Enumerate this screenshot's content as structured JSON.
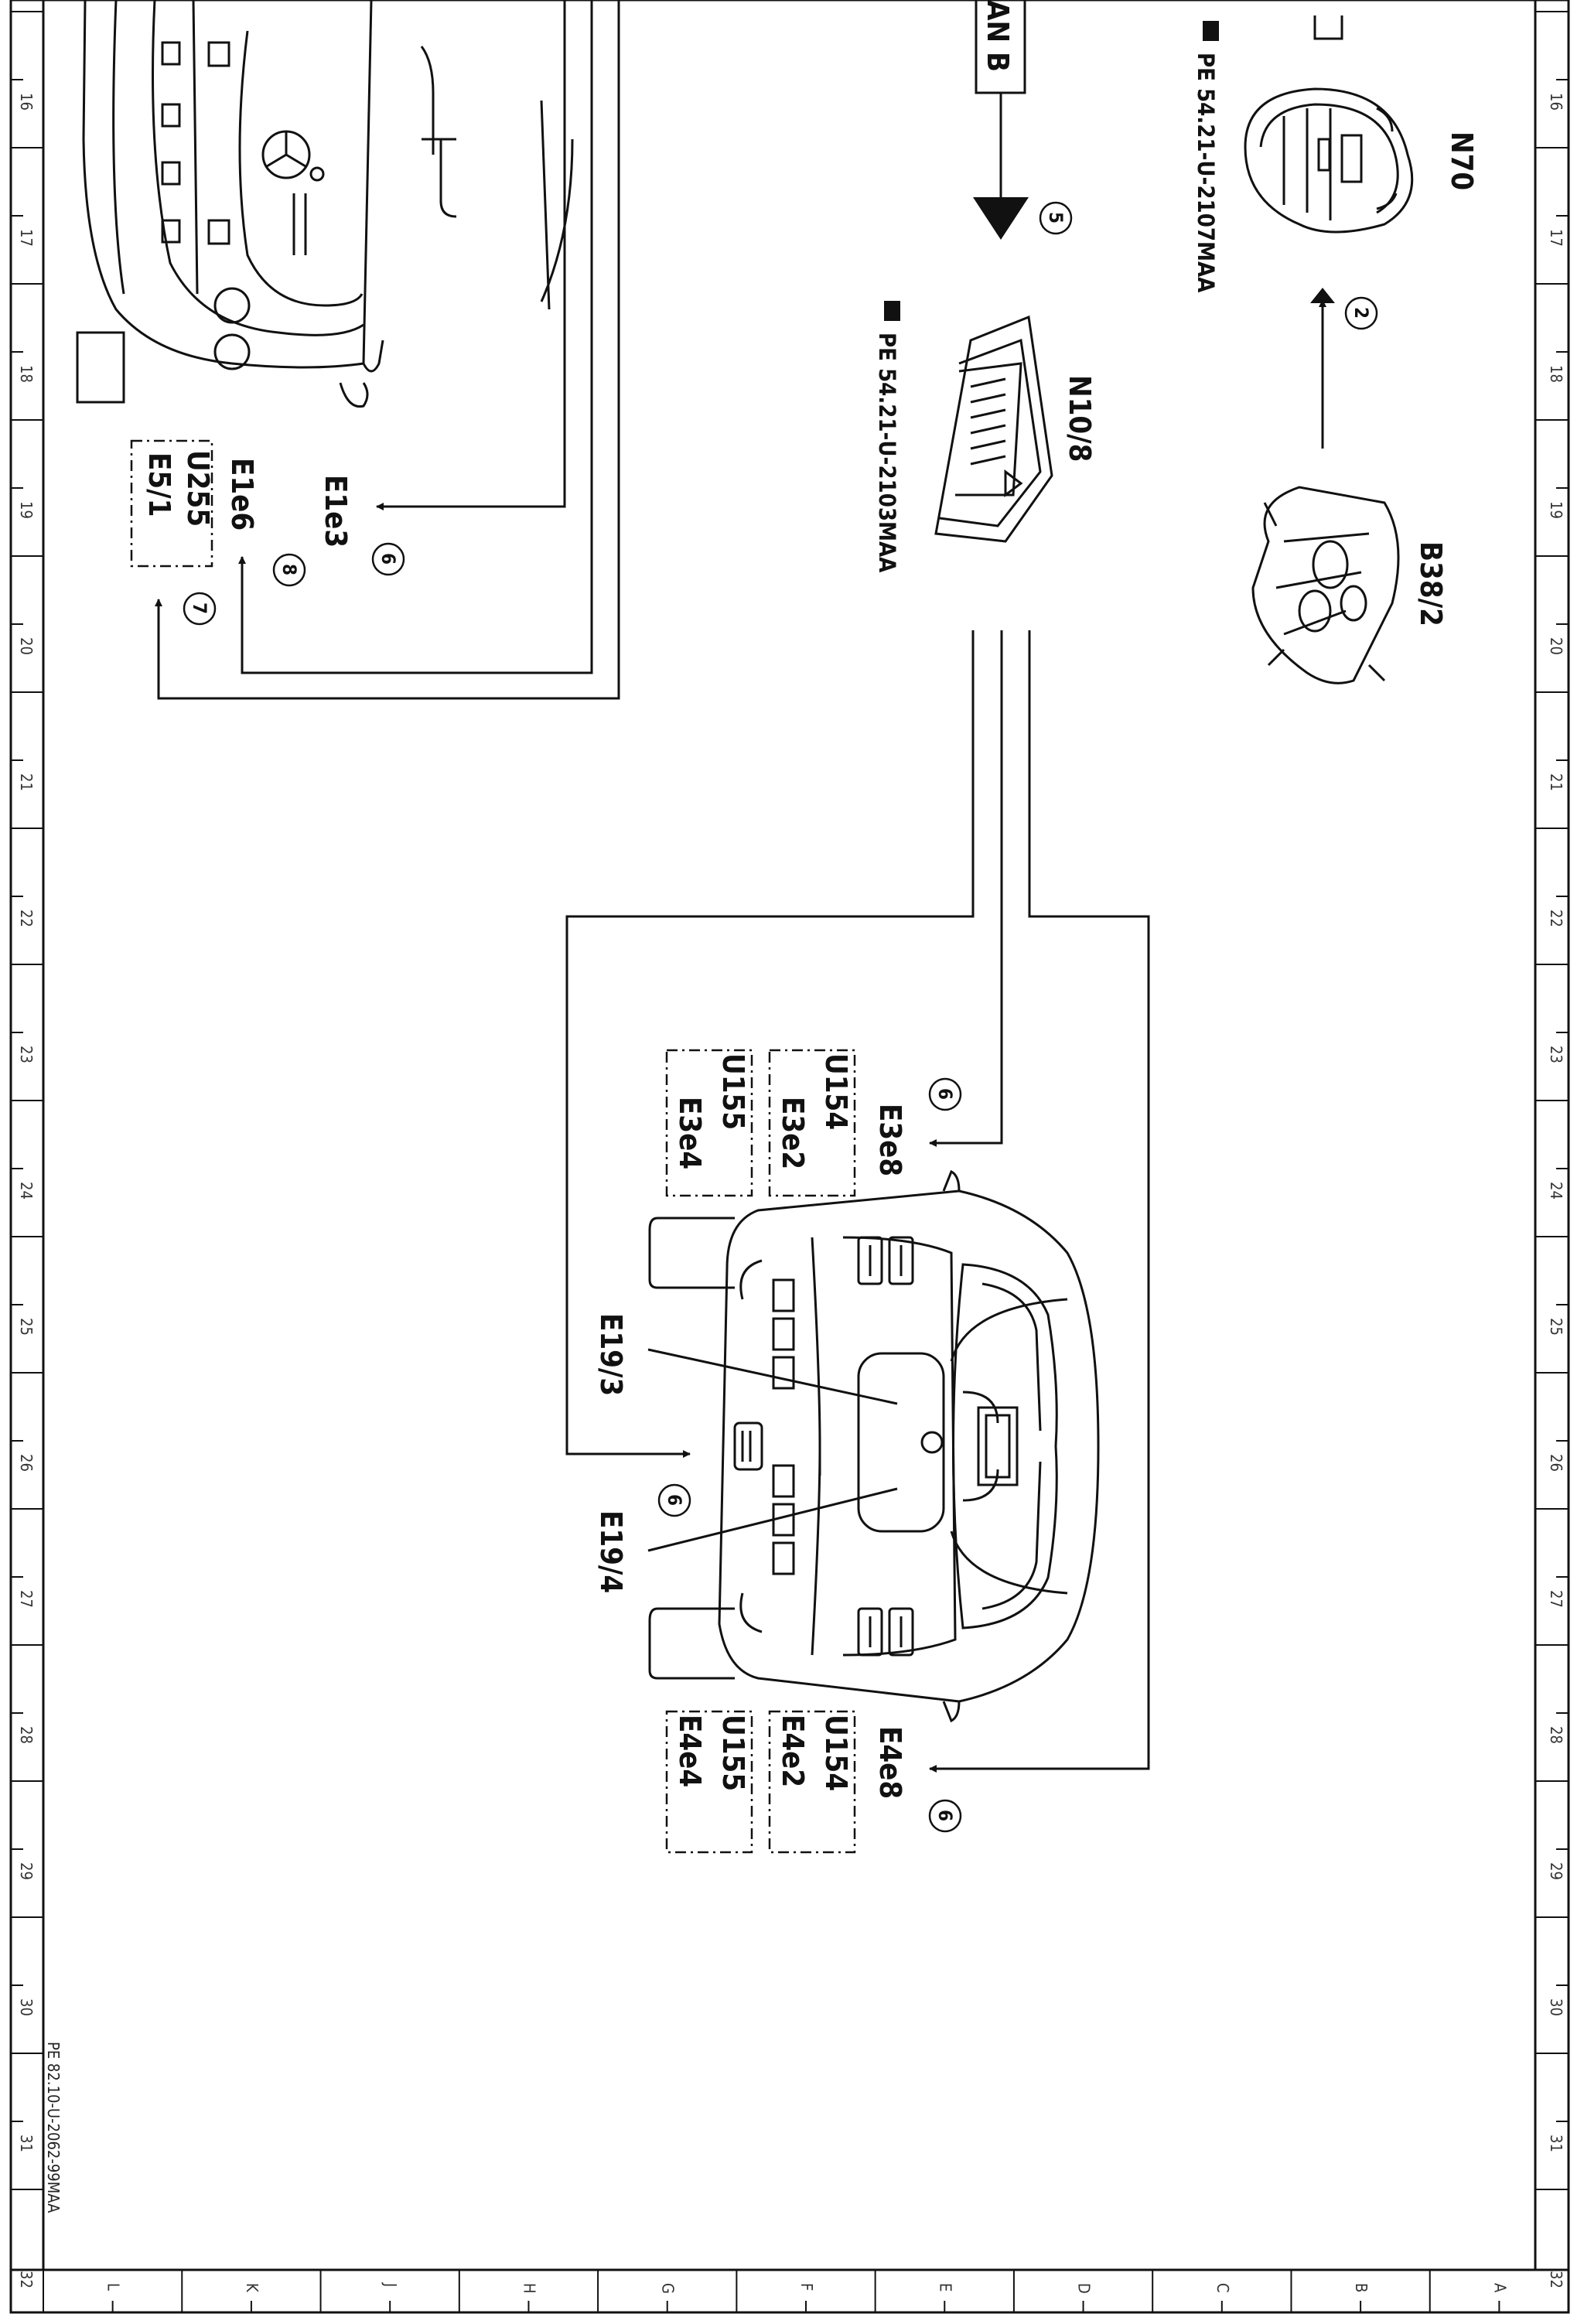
{
  "diagram": {
    "doc_id": "PE 82.10-U-2062-99MAA",
    "components": {
      "n70": "N70",
      "n10_8": "N10/8",
      "b38_2": "B38/2",
      "e19_3": "E19/3",
      "e19_4": "E19/4"
    },
    "references": {
      "pe_2107": "PE 54.21-U-2107MAA",
      "pe_2103": "PE 54.21-U-2103MAA"
    },
    "bus_label": "AN B",
    "front_targets": {
      "e1e3": "E1e3",
      "e1e6": "E1e6",
      "u255": "U255",
      "e5_1": "E5/1"
    },
    "rear_left_group": {
      "e3e8": "E3e8",
      "u154": "U154",
      "e3e2": "E3e2",
      "u155": "U155",
      "e3e4": "E3e4"
    },
    "rear_right_group": {
      "e4e8": "E4e8",
      "u154": "U154",
      "e4e2": "E4e2",
      "u155": "U155",
      "e4e4": "E4e4"
    },
    "circle_numbers": {
      "c2": "2",
      "c5": "5",
      "c6": "6",
      "c7": "7",
      "c8": "8"
    },
    "border_numbers": [
      "16",
      "17",
      "18",
      "19",
      "20",
      "21",
      "22",
      "23",
      "24",
      "25",
      "26",
      "27",
      "28",
      "29",
      "30",
      "31",
      "32"
    ],
    "border_letters": [
      "L",
      "K",
      "J",
      "H",
      "G",
      "F",
      "E",
      "D",
      "C",
      "B",
      "A"
    ]
  }
}
